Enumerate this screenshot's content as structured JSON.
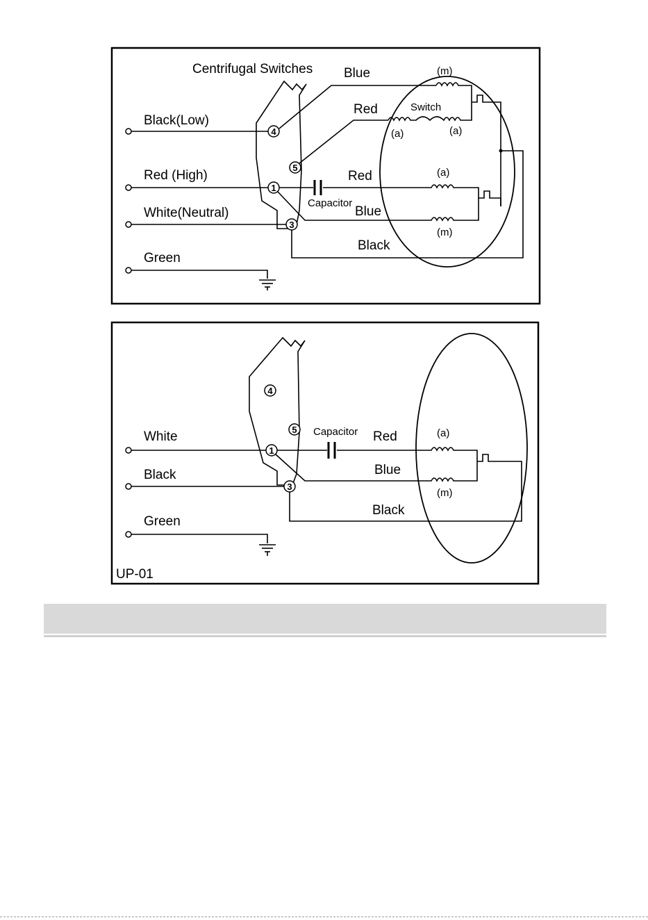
{
  "top_diagram": {
    "title": "Centrifugal Switches",
    "inputs": [
      "Black(Low)",
      "Red (High)",
      "White(Neutral)",
      "Green"
    ],
    "terminals": [
      "4",
      "5",
      "1",
      "3"
    ],
    "wires": {
      "blue_upper": "Blue",
      "red_upper": "Red",
      "red_lower": "Red",
      "blue_lower": "Blue",
      "black": "Black"
    },
    "capacitor": "Capacitor",
    "switch": "Switch",
    "coils": {
      "m_upper": "(m)",
      "a_left": "(a)",
      "a_right": "(a)",
      "a_lower": "(a)",
      "m_lower": "(m)"
    }
  },
  "bottom_diagram": {
    "inputs": [
      "White",
      "Black",
      "Green"
    ],
    "terminals": [
      "4",
      "5",
      "1",
      "3"
    ],
    "wires": {
      "red": "Red",
      "blue": "Blue",
      "black": "Black"
    },
    "capacitor": "Capacitor",
    "coils": {
      "a": "(a)",
      "m": "(m)"
    },
    "model": "UP-01"
  }
}
